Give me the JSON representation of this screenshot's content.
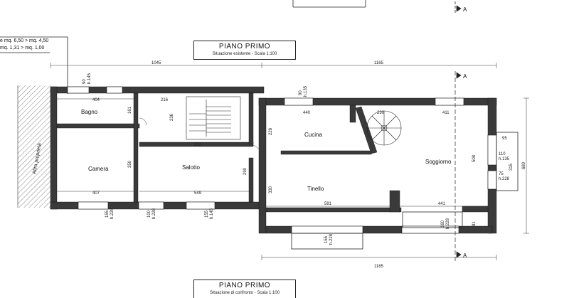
{
  "top_title": {
    "heading": "PIANO PRIMO",
    "subtitle": "Situazione esistente - Scala 1:100"
  },
  "bottom_title": {
    "heading": "PIANO PRIMO",
    "subtitle": "Situazione di confronto - Scala 1:100"
  },
  "area_notes": [
    "e mq. 6,50 > mq. 4,50",
    "mq. 1,31 > mq. 1,00"
  ],
  "section_marks": [
    "A",
    "A",
    "A"
  ],
  "neighbor_label": "Altra proprietà",
  "rooms": {
    "bagno": "Bagno",
    "camera": "Camera",
    "salotto": "Salotto",
    "cucina": "Cucina",
    "tinello": "Tinello",
    "soggiorno": "Soggiorno"
  },
  "dimensions": {
    "overall_left": "1045",
    "overall_right": "1165",
    "overall_bottom": "1165",
    "bagno_width": "404",
    "bagno_depth": "161",
    "stair_width": "216",
    "stair_depth": "236",
    "salotto_top": "552",
    "camera_width": "407",
    "camera_depth": "350",
    "salotto_width": "549",
    "salotto_depth": "290",
    "cucina_width": "440",
    "cucina_depth": "228",
    "spiral_width": "230",
    "soggiorno_top": "411",
    "tinello_depth": "330",
    "tinello_width": "591",
    "soggiorno_width": "441",
    "soggiorno_depth": "508",
    "right_depth": "680",
    "balcony_depth": "95",
    "right_wall": "81"
  },
  "openings": {
    "w_bagno": [
      "90",
      "h.145"
    ],
    "w_cucina": [
      "90",
      "h.135"
    ],
    "w_camera": [
      "155",
      "h.228"
    ],
    "w_salotto_1": [
      "100",
      "h.228"
    ],
    "w_salotto_2": [
      "155",
      "h.145"
    ],
    "w_tinello": [
      "155",
      "h.228"
    ],
    "w_soggiorno": [
      "160",
      "h.228"
    ],
    "w_right_1": [
      "110",
      "h.135"
    ],
    "w_right_1_extra": "315",
    "w_right_2": [
      "75",
      "h.228"
    ]
  }
}
